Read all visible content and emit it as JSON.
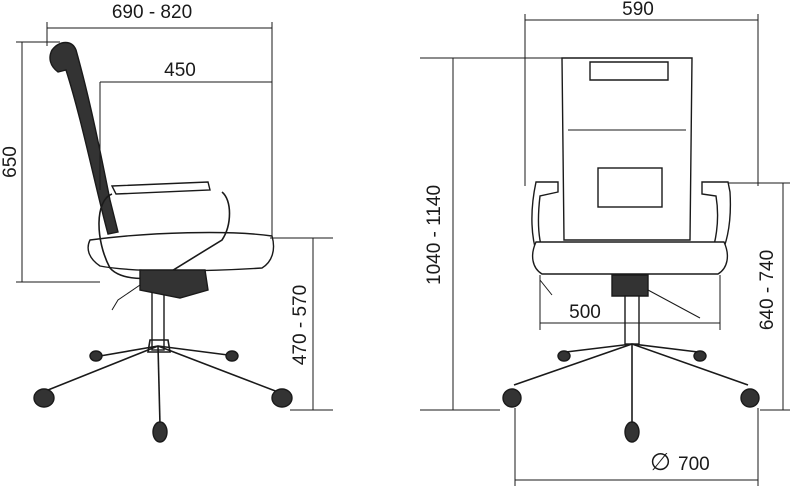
{
  "side_view": {
    "depth_label": "690 - 820",
    "seat_depth_label": "450",
    "back_height_label": "650",
    "seat_height_label": "470 - 570"
  },
  "front_view": {
    "width_label": "590",
    "total_height_label": "1040 - 1140",
    "armrest_height_label": "640 - 740",
    "seat_width_label": "500",
    "base_diameter_symbol": "∅",
    "base_diameter_label": "700"
  },
  "colors": {
    "line": "#1a1a1a",
    "background": "#ffffff"
  }
}
